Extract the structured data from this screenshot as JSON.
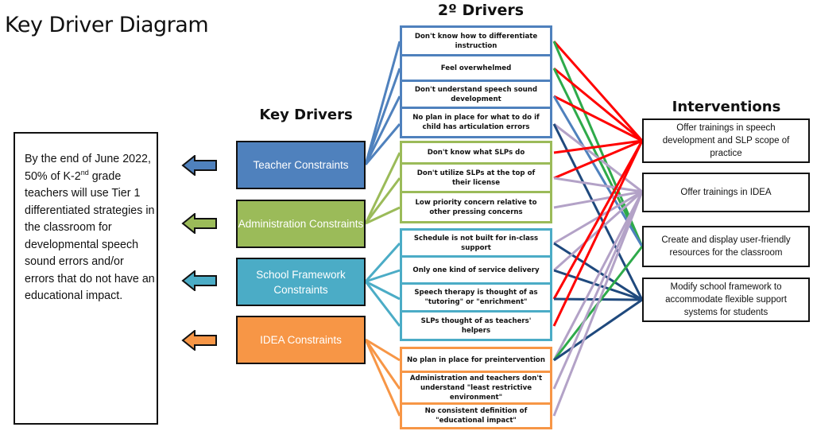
{
  "title": "Key Driver Diagram",
  "headers": {
    "key_drivers": "Key Drivers",
    "secondary_drivers": "2º Drivers",
    "interventions": "Interventions"
  },
  "aim": {
    "text_before_sup": "By the end of June 2022, 50% of K-2",
    "superscript": "nd",
    "text_after_sup": " grade teachers will use Tier 1 differentiated strategies in the classroom for developmental speech sound errors and/or errors that do not have an educational impact."
  },
  "colors": {
    "teacher": "#4F81BD",
    "administration": "#9BBB59",
    "school_framework": "#4BACC6",
    "idea": "#F79646",
    "link_red": "#FF0000",
    "link_green": "#2EAA4A",
    "link_blue": "#4F81BD",
    "link_lavender": "#B3A2C7",
    "link_navy": "#1F497D"
  },
  "key_drivers": [
    {
      "id": "teacher",
      "label": "Teacher Constraints",
      "color": "#4F81BD"
    },
    {
      "id": "administration",
      "label": "Administration Constraints",
      "color": "#9BBB59"
    },
    {
      "id": "school_framework",
      "label": "School Framework Constraints",
      "color": "#4BACC6"
    },
    {
      "id": "idea",
      "label": "IDEA Constraints",
      "color": "#F79646"
    }
  ],
  "secondary_drivers": [
    {
      "label": "Don't know how to differentiate instruction",
      "key_driver": "teacher"
    },
    {
      "label": "Feel overwhelmed",
      "key_driver": "teacher"
    },
    {
      "label": "Don't understand speech sound development",
      "key_driver": "teacher"
    },
    {
      "label": "No plan in place for what to do if child has articulation errors",
      "key_driver": "teacher"
    },
    {
      "label": "Don't know what SLPs do",
      "key_driver": "administration"
    },
    {
      "label": "Don't utilize SLPs at the top of their license",
      "key_driver": "administration"
    },
    {
      "label": "Low priority concern relative to other pressing concerns",
      "key_driver": "administration"
    },
    {
      "label": "Schedule is not built for in-class support",
      "key_driver": "school_framework"
    },
    {
      "label": "Only one kind of service delivery",
      "key_driver": "school_framework"
    },
    {
      "label": "Speech therapy is thought of as \"tutoring\" or \"enrichment\"",
      "key_driver": "school_framework"
    },
    {
      "label": "SLPs thought of as teachers' helpers",
      "key_driver": "school_framework"
    },
    {
      "label": "No plan in place for preintervention",
      "key_driver": "idea"
    },
    {
      "label": "Administration and teachers don't understand \"least restrictive environment\"",
      "key_driver": "idea"
    },
    {
      "label": "No consistent definition of \"educational impact\"",
      "key_driver": "idea"
    }
  ],
  "interventions": [
    {
      "label": "Offer trainings in speech development and SLP scope of practice"
    },
    {
      "label": "Offer trainings in IDEA"
    },
    {
      "label": "Create and display user-friendly resources for the classroom"
    },
    {
      "label": "Modify school framework to accommodate flexible support systems for students"
    }
  ],
  "links": [
    {
      "from": 0,
      "to": 0,
      "color": "link_red"
    },
    {
      "from": 0,
      "to": 2,
      "color": "link_green"
    },
    {
      "from": 1,
      "to": 0,
      "color": "link_red"
    },
    {
      "from": 1,
      "to": 2,
      "color": "link_green"
    },
    {
      "from": 2,
      "to": 0,
      "color": "link_red"
    },
    {
      "from": 2,
      "to": 2,
      "color": "link_blue"
    },
    {
      "from": 3,
      "to": 1,
      "color": "link_lavender"
    },
    {
      "from": 3,
      "to": 3,
      "color": "link_navy"
    },
    {
      "from": 4,
      "to": 0,
      "color": "link_red"
    },
    {
      "from": 5,
      "to": 0,
      "color": "link_red"
    },
    {
      "from": 5,
      "to": 1,
      "color": "link_lavender"
    },
    {
      "from": 6,
      "to": 1,
      "color": "link_lavender"
    },
    {
      "from": 7,
      "to": 1,
      "color": "link_lavender"
    },
    {
      "from": 7,
      "to": 3,
      "color": "link_navy"
    },
    {
      "from": 8,
      "to": 1,
      "color": "link_lavender"
    },
    {
      "from": 8,
      "to": 3,
      "color": "link_navy"
    },
    {
      "from": 9,
      "to": 0,
      "color": "link_red"
    },
    {
      "from": 9,
      "to": 3,
      "color": "link_navy"
    },
    {
      "from": 10,
      "to": 0,
      "color": "link_red"
    },
    {
      "from": 11,
      "to": 1,
      "color": "link_lavender"
    },
    {
      "from": 11,
      "to": 2,
      "color": "link_green"
    },
    {
      "from": 11,
      "to": 3,
      "color": "link_navy"
    },
    {
      "from": 12,
      "to": 1,
      "color": "link_lavender"
    },
    {
      "from": 13,
      "to": 1,
      "color": "link_lavender"
    }
  ]
}
